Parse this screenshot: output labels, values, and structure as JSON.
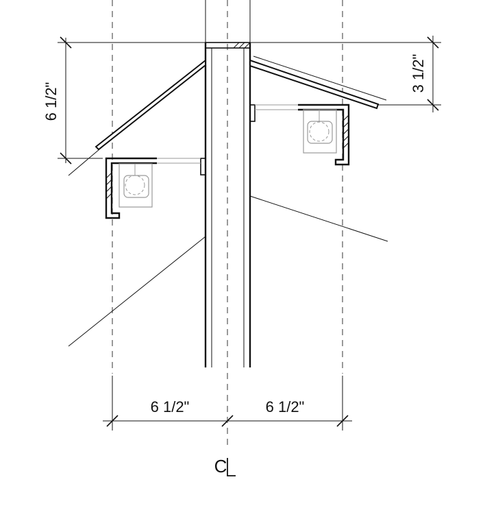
{
  "dimensions": {
    "left_bracket_height": "6 1/2\"",
    "right_bracket_height": "3 1/2\"",
    "left_offset": "6 1/2\"",
    "right_offset": "6 1/2\""
  },
  "centerline_symbol": "CL"
}
